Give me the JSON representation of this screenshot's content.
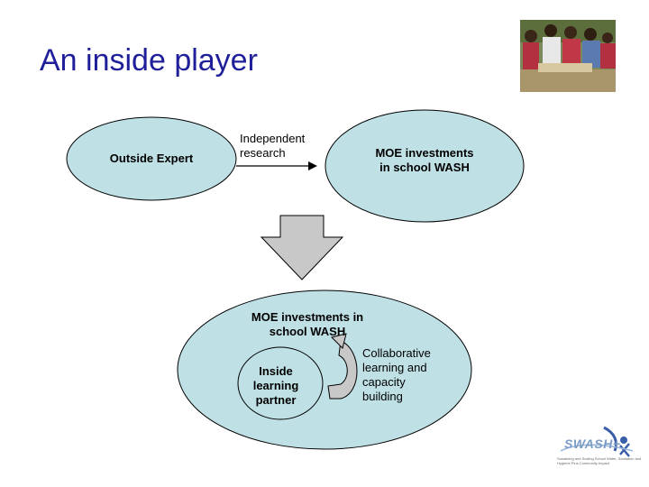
{
  "slide": {
    "title": "An inside player"
  },
  "diagram": {
    "outside_expert": "Outside Expert",
    "independent_research": "Independent research",
    "moe_top": "MOE investments in school WASH",
    "moe_bottom": "MOE investments in school WASH",
    "inside_partner": "Inside learning partner",
    "collaborative": "Collaborative learning and capacity building"
  },
  "logo": {
    "name": "SWASH+",
    "tagline": "Sustaining and Scaling School Water, Sanitation and Hygiene Plus Community Impact"
  },
  "colors": {
    "shape_fill": "#bfe0e4",
    "title": "#1f1f9a",
    "arrow_fill": "#c8c8c8"
  }
}
